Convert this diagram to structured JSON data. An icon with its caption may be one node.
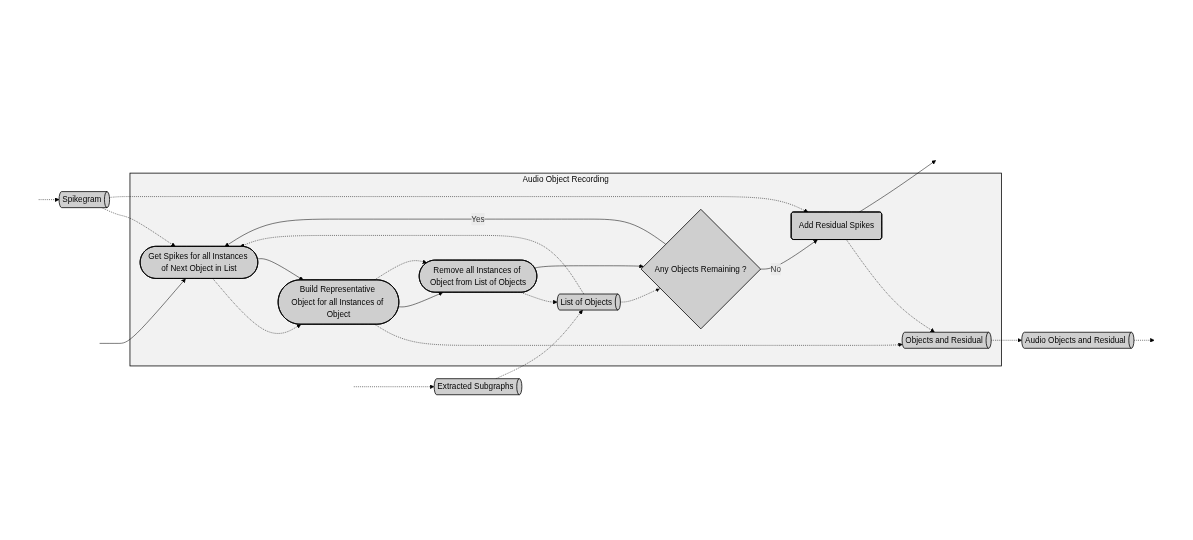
{
  "diagram": {
    "nodes": [
      {
        "text": [
          "Spikegram"
        ]
      },
      {
        "text": [
          "Audio Object Recording"
        ]
      },
      {
        "text": [
          "Extracted Subgraphs"
        ]
      },
      {
        "text": [
          "Get Spikes for all Instances of Next Object in List"
        ],
        "in": 1
      },
      {
        "text": [
          "Build Representative Object for all Instances of Object"
        ],
        "in": 1
      },
      {
        "text": [
          "Objects and Residual"
        ],
        "in": 1
      },
      {
        "text": [
          "Audio Objects and Residual"
        ]
      },
      {
        "text": [
          "List of Objects"
        ],
        "in": 1
      },
      {
        "text": [
          "Remove all Instances of Object from List of Objects"
        ],
        "in": 1
      },
      {
        "text": [
          "Any Objects Remaining ?"
        ],
        "in": 1
      },
      {
        "text": [
          "Add Residual Spikes"
        ],
        "in": 1
      }
    ],
    "edges": [
      {
        "from": null,
        "to": 0,
        "arrow": "to",
        "style": "dashed"
      },
      {
        "from": null,
        "to": 2,
        "arrow": "to",
        "style": "dashed"
      },
      {
        "from": null,
        "to": 3,
        "arrow": "to"
      },
      {
        "from": 0,
        "to": 3,
        "arrow": "to",
        "style": "dashed"
      },
      {
        "from": 0,
        "to": 10,
        "arrow": "to",
        "style": "dashed"
      },
      {
        "from": 2,
        "to": 7,
        "arrow": "to",
        "style": "dashed"
      },
      {
        "from": 3,
        "to": 4,
        "arrow": "to",
        "style": "dashed"
      },
      {
        "from": 3,
        "to": 4,
        "arrow": "to"
      },
      {
        "from": 4,
        "to": 5,
        "arrow": "to",
        "style": "dashed"
      },
      {
        "from": 4,
        "to": 8,
        "arrow": "to"
      },
      {
        "from": 4,
        "to": 8,
        "arrow": "to",
        "style": "dashed"
      },
      {
        "from": 8,
        "to": 7,
        "arrow": "to",
        "style": "dashed"
      },
      {
        "from": 7,
        "to": 3,
        "arrow": "to",
        "style": "dashed"
      },
      {
        "from": 7,
        "to": 9,
        "arrow": "to",
        "style": "dashed"
      },
      {
        "from": 8,
        "to": 9,
        "arrow": "to"
      },
      {
        "from": 9,
        "to": 10,
        "arrow": "to",
        "label": "No"
      },
      {
        "from": 9,
        "to": 3,
        "arrow": "to",
        "label": "Yes"
      },
      {
        "from": 10,
        "to": 5,
        "arrow": "to",
        "style": "dashed"
      },
      {
        "from": 5,
        "to": 6,
        "arrow": "to",
        "style": "dashed"
      },
      {
        "from": 6,
        "to": null,
        "arrow": "to",
        "style": "dashed"
      },
      {
        "from": 10,
        "to": null,
        "arrow": "to"
      }
    ]
  }
}
